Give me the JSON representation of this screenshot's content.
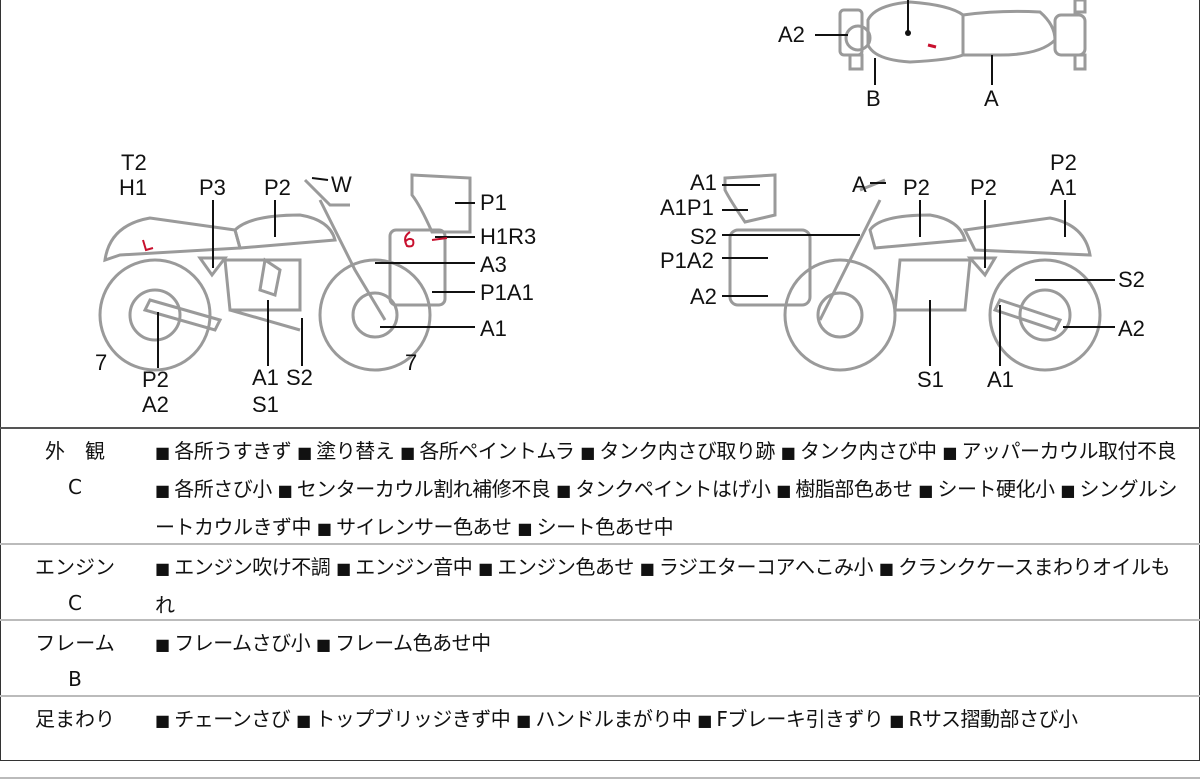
{
  "diagram": {
    "top_view": [
      "A2",
      "B",
      "A"
    ],
    "left_side": [
      "T2",
      "H1",
      "P3",
      "P2",
      "W",
      "P1",
      "H1R3",
      "A3",
      "P1A1",
      "A1",
      "7",
      "7",
      "P2",
      "A2",
      "A1",
      "S2",
      "S1"
    ],
    "right_side": [
      "A1",
      "A1P1",
      "S2",
      "P1A2",
      "A2",
      "A",
      "P2",
      "P2",
      "P2",
      "A1",
      "S2",
      "A2",
      "S1",
      "A1"
    ]
  },
  "rows": [
    {
      "category": "外　観",
      "grade": "C",
      "items": [
        "各所うすきず",
        "塗り替え",
        "各所ペイントムラ",
        "タンク内さび取り跡",
        "タンク内さび中",
        "アッパーカウル取付不良",
        "各所さび小",
        "センターカウル割れ補修不良",
        "タンクペイントはげ小",
        "樹脂部色あせ",
        "シート硬化小",
        "シングルシートカウルきず中",
        "サイレンサー色あせ",
        "シート色あせ中"
      ]
    },
    {
      "category": "エンジン",
      "grade": "C",
      "items": [
        "エンジン吹け不調",
        "エンジン音中",
        "エンジン色あせ",
        "ラジエターコアへこみ小",
        "クランクケースまわりオイルもれ"
      ]
    },
    {
      "category": "フレーム",
      "grade": "B",
      "items": [
        "フレームさび小",
        "フレーム色あせ中"
      ]
    },
    {
      "category": "足まわり",
      "grade": "",
      "items": [
        "チェーンさび",
        "トップブリッジきず中",
        "ハンドルまがり中",
        "Fブレーキ引きずり",
        "Rサス摺動部さび小"
      ]
    }
  ],
  "colors": {
    "stroke": "#9a9a9a",
    "mark": "#c8102e"
  }
}
